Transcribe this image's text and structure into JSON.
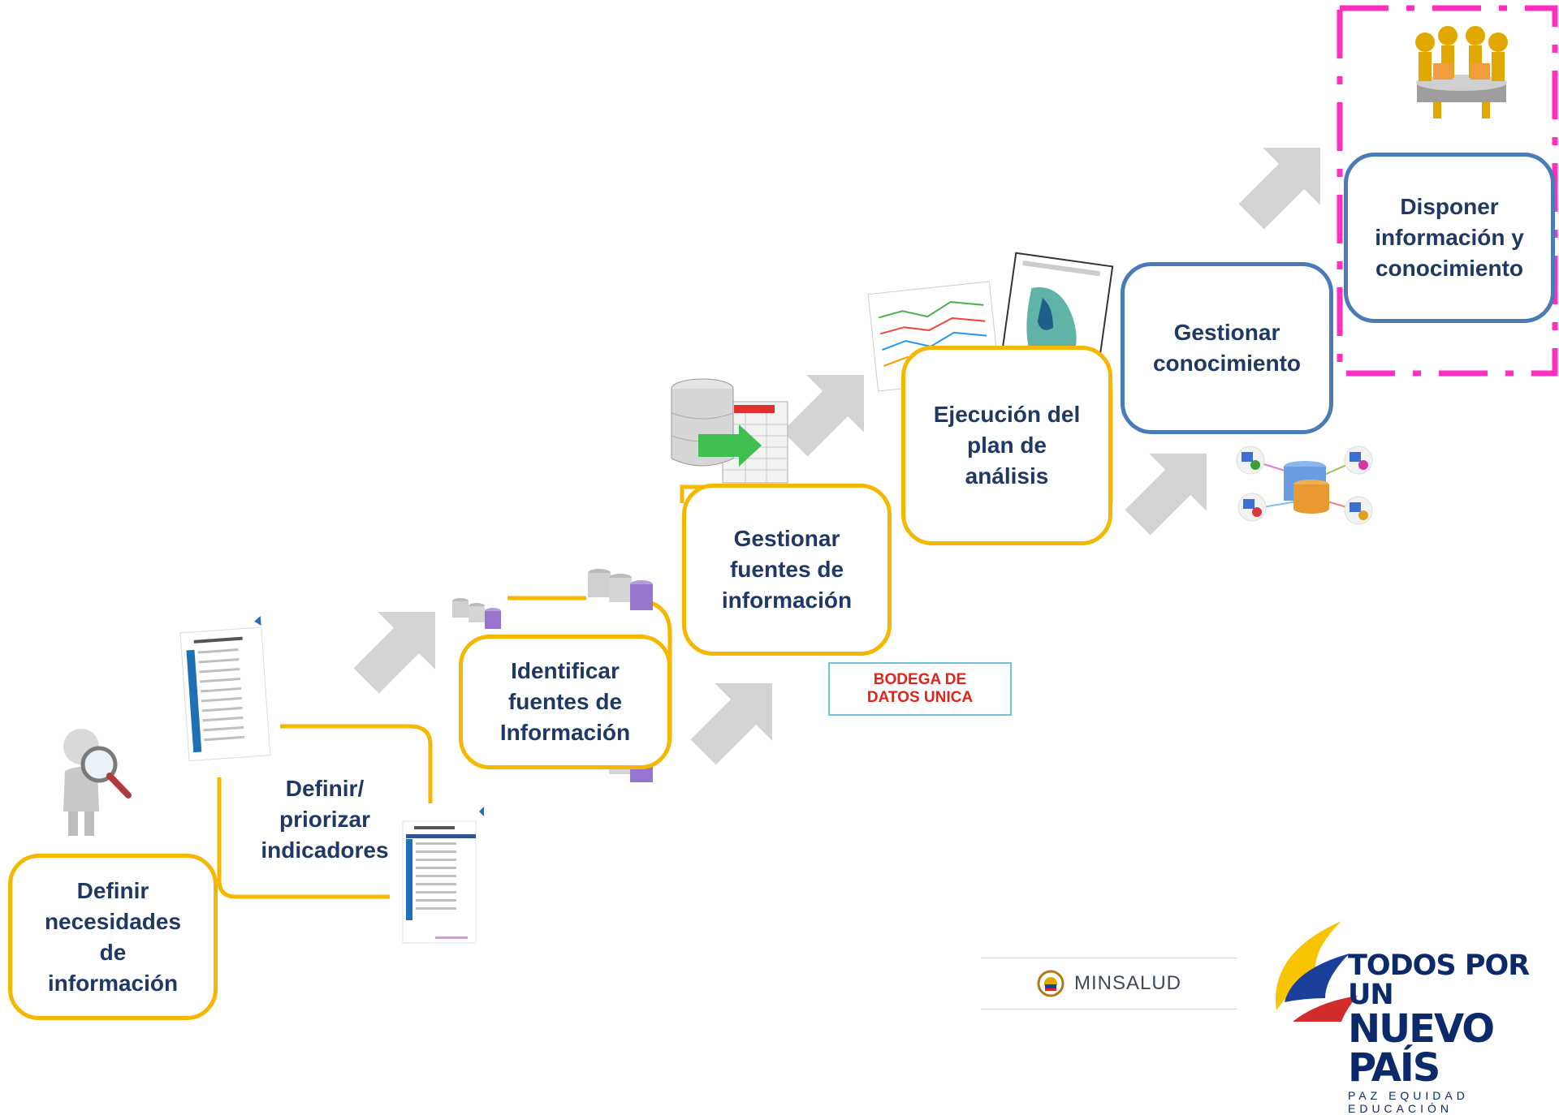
{
  "steps": {
    "definir_necesidades": "Definir necesidades de información",
    "definir_priorizar": "Definir/ priorizar indicadores",
    "identificar_fuentes": "Identificar fuentes de Información",
    "gestionar_fuentes": "Gestionar fuentes de información",
    "ejecucion_plan": "Ejecución del plan de análisis",
    "gestionar_conocimiento": "Gestionar conocimiento",
    "disponer": "Disponer información y conocimiento"
  },
  "bodega": {
    "line1": "BODEGA DE",
    "line2": "DATOS UNICA"
  },
  "logos": {
    "minsalud": "MINSALUD",
    "tpn_line1": "TODOS POR UN",
    "tpn_line2": "NUEVO PAÍS",
    "tpn_line3": "PAZ  EQUIDAD  EDUCACIÓN"
  },
  "colors": {
    "yellow_border": "#f5b700",
    "blue_border": "#4a7bb7",
    "magenta_dash": "#ff2fc0",
    "text_navy": "#1f3864",
    "bodega_red": "#e2231a",
    "arrow_gray": "#d3d3d3"
  },
  "icons": [
    "magnifier-person-icon",
    "indicator-catalog-icon",
    "database-stack-icon",
    "database-table-icon",
    "report-map-icon",
    "network-database-icon",
    "meeting-people-icon",
    "colombia-emblem-icon"
  ]
}
